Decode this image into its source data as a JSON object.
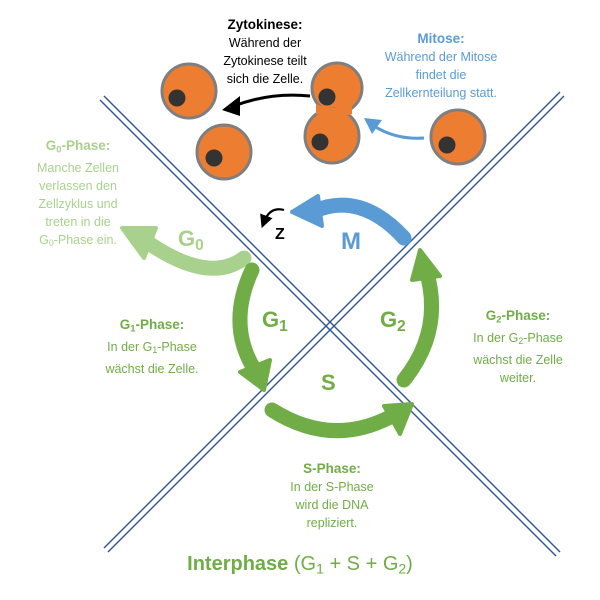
{
  "colors": {
    "green": "#70ad47",
    "light_green": "#a9d18e",
    "blue": "#5b9bd5",
    "cell_orange": "#ed7d31",
    "line_blue": "#2f5597"
  },
  "zytokinese": {
    "title": "Zytokinese:",
    "lines": [
      "Während der",
      "Zytokinese teilt",
      "sich die Zelle."
    ]
  },
  "mitose": {
    "title": "Mitose:",
    "lines": [
      "Während der Mitose",
      "findet die",
      "Zellkernteilung statt."
    ]
  },
  "g0_phase": {
    "title_main": "G",
    "title_sub": "0",
    "title_rest": "-Phase:",
    "lines": [
      "Manche Zellen",
      "verlassen den",
      "Zellzyklus und",
      "treten in die"
    ],
    "last_line_main": "G",
    "last_line_sub": "0",
    "last_line_rest": "-Phase ein."
  },
  "g1_phase": {
    "title_main": "G",
    "title_sub": "1",
    "title_rest": "-Phase:",
    "line1_main": "In der G",
    "line1_sub": "1",
    "line1_rest": "-Phase",
    "line2": "wächst die Zelle."
  },
  "g2_phase": {
    "title_main": "G",
    "title_sub": "2",
    "title_rest": "-Phase:",
    "line1_main": "In der G",
    "line1_sub": "2",
    "line1_rest": "-Phase",
    "line2": "wächst die Zelle",
    "line3": "weiter."
  },
  "s_phase": {
    "title": "S-Phase:",
    "lines": [
      "In der S-Phase",
      "wird die DNA",
      "repliziert."
    ]
  },
  "cycle_labels": {
    "z": "Z",
    "m": "M",
    "g0_main": "G",
    "g0_sub": "0",
    "g1_main": "G",
    "g1_sub": "1",
    "g2_main": "G",
    "g2_sub": "2",
    "s": "S"
  },
  "interphase": {
    "label": "Interphase",
    "open": " (G",
    "sub1": "1",
    "plus_s": " + S + G",
    "sub2": "2",
    "close": ")"
  }
}
